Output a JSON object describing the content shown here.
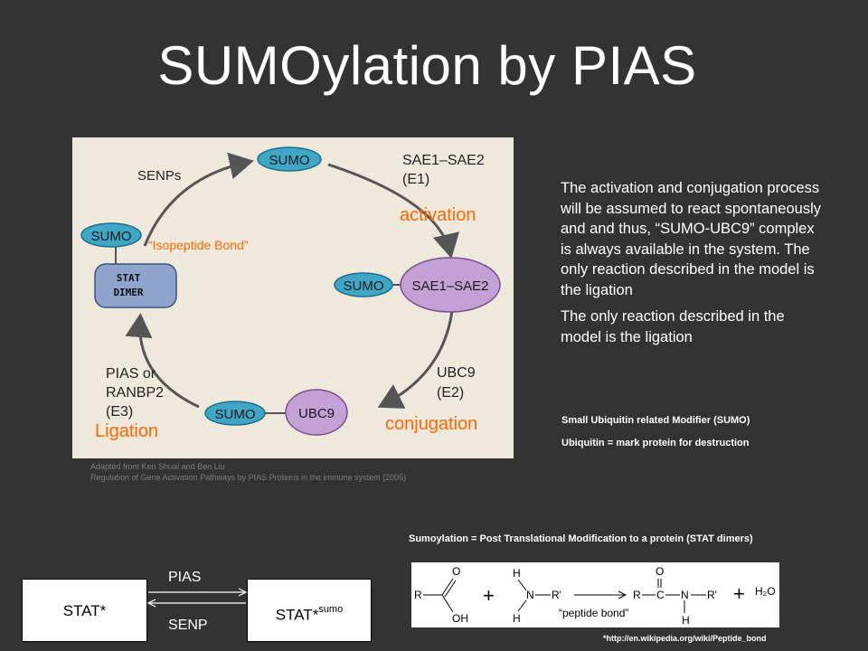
{
  "title": "SUMOylation by PIAS",
  "figure": {
    "cycle_nodes": {
      "sumo": "SUMO",
      "sae": "SAE1–SAE2",
      "ubc9": "UBC9",
      "stat_line1": "STAT",
      "stat_line2": "DIMER"
    },
    "enzymes": {
      "e1_line1": "SAE1–SAE2",
      "e1_line2": "(E1)",
      "e2_line1": "UBC9",
      "e2_line2": "(E2)",
      "senps": "SENPs",
      "e3_line1": "PIAS or",
      "e3_line2": "RANBP2",
      "e3_line3": "(E3)"
    },
    "steps": {
      "activation": "activation",
      "conjugation": "conjugation",
      "ligation": "Ligation"
    },
    "isopeptide": "“Isopeptide Bond”",
    "colors": {
      "panel": "#efe9dc",
      "sumo": "#3fa6c6",
      "e_protein": "#c4a1d4",
      "stat": "#8ea4cc",
      "step_label": "#ff6600"
    }
  },
  "credit": {
    "line1": "Adapted from Ken Shuai and Ben Liu",
    "line2": "Regulation of Gene Activation Pathways by PIAS Proteins in the immune system (2005)"
  },
  "description": {
    "para1": "The activation and conjugation process will be assumed to react spontaneously and and thus, “SUMO-UBC9” complex is always available in the system. The only reaction described in the model is the ligation",
    "para2": "The only reaction described in the model is the ligation"
  },
  "notes": {
    "sumo": "Small Ubiquitin related Modifier (SUMO)",
    "ubiquitin": "Ubiquitin = mark protein for destruction",
    "sumoylation": "Sumoylation = Post Translational Modification to a protein (STAT dimers)",
    "reference": "*http://en.wikipedia.org/wiki/Peptide_bond"
  },
  "reaction": {
    "stat": "STAT*",
    "stat_sumo": "STAT*",
    "sumo_sup": "sumo",
    "forward": "PIAS",
    "reverse": "SENP"
  },
  "peptide": {
    "o": "O",
    "r": "R",
    "oh": "OH",
    "h": "H",
    "n": "N",
    "rp": "R'",
    "c": "C",
    "plus": "+",
    "h2o": "H₂O",
    "bond_label": "“peptide bond”"
  }
}
